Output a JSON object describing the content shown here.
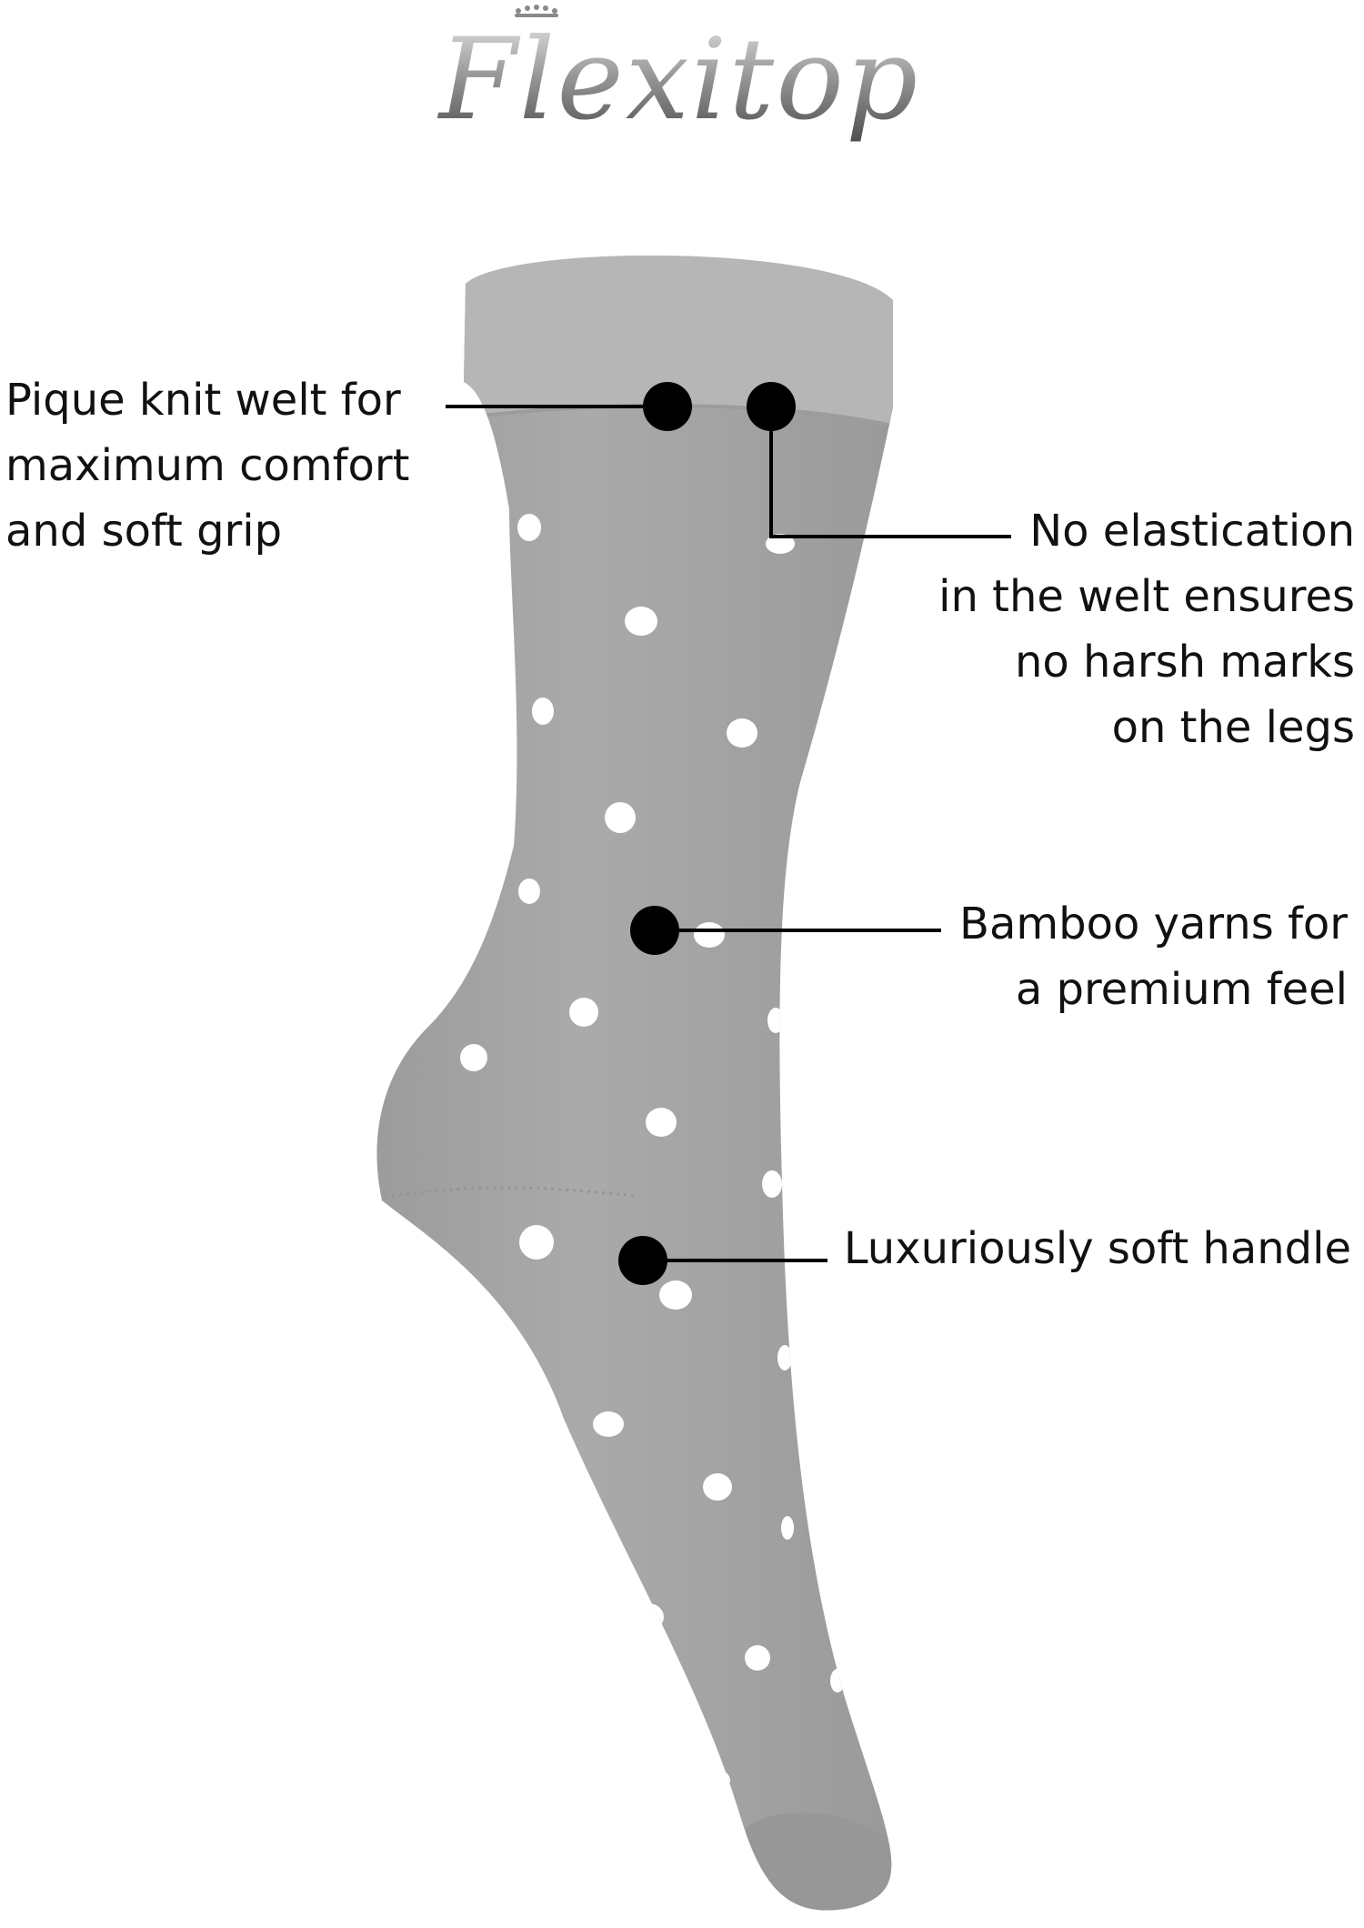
{
  "brand": {
    "name": "Flexitop",
    "crown_icon": "crown-icon"
  },
  "callouts": [
    {
      "id": "welt",
      "lines": [
        "Pique knit welt for",
        "maximum comfort",
        "and soft grip"
      ],
      "align": "left"
    },
    {
      "id": "elastication",
      "lines": [
        "No elastication",
        "in the welt ensures",
        "no harsh marks",
        "on the legs"
      ],
      "align": "right"
    },
    {
      "id": "bamboo",
      "lines": [
        "Bamboo yarns for",
        "a premium feel"
      ],
      "align": "right"
    },
    {
      "id": "handle",
      "lines": [
        "Luxuriously soft handle"
      ],
      "align": "right"
    }
  ],
  "colors": {
    "sock": "#a6a6a6",
    "sock_dark": "#8e8e8e",
    "welt": "#b4b4b4",
    "dots": "#ffffff",
    "marker": "#000000",
    "text": "#111111",
    "logo_light": "#dcdcdc",
    "logo_dark": "#5a5a5a"
  }
}
